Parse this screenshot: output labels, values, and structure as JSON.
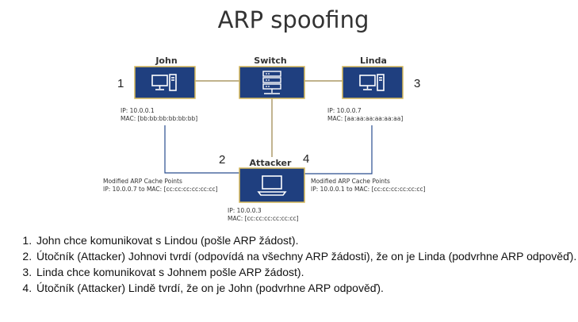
{
  "title": "ARP spoofing",
  "nodes": {
    "john": {
      "name": "John",
      "icon": "desktop-icon",
      "number": "1",
      "ip": "IP: 10.0.0.1",
      "mac": "MAC: [bb:bb:bb:bb:bb:bb]"
    },
    "switch": {
      "name": "Switch",
      "icon": "server-icon"
    },
    "linda": {
      "name": "Linda",
      "icon": "desktop-icon",
      "number": "3",
      "ip": "IP: 10.0.0.7",
      "mac": "MAC: [aa:aa:aa:aa:aa:aa]"
    },
    "attacker": {
      "name": "Attacker",
      "icon": "laptop-icon",
      "ip": "IP: 10.0.0.3",
      "mac": "MAC: [cc:cc:cc:cc:cc:cc]"
    }
  },
  "numbers": {
    "left_link": "2",
    "right_link": "4"
  },
  "cache_left": {
    "title": "Modified ARP Cache Points",
    "mapping": "IP: 10.0.0.7 to MAC: [cc:cc:cc:cc:cc:cc]"
  },
  "cache_right": {
    "title": "Modified ARP Cache Points",
    "mapping": "IP: 10.0.0.1 to MAC: [cc:cc:cc:cc:cc:cc]"
  },
  "colors": {
    "box_fill": "#1f3f7f",
    "box_border": "#d6b85a",
    "line_blue": "#2a4d8f",
    "line_tan": "#9a8347"
  },
  "steps": [
    "John chce komunikovat s Lindou (pošle ARP žádost).",
    "Útočník (Attacker) Johnovi tvrdí (odpovídá na všechny ARP žádosti), že on je Linda (podvrhne ARP odpověď).",
    "Linda chce komunikovat s Johnem pošle ARP žádost).",
    "Útočník (Attacker) Lindě tvrdí, že on je John (podvrhne ARP odpověď)."
  ]
}
